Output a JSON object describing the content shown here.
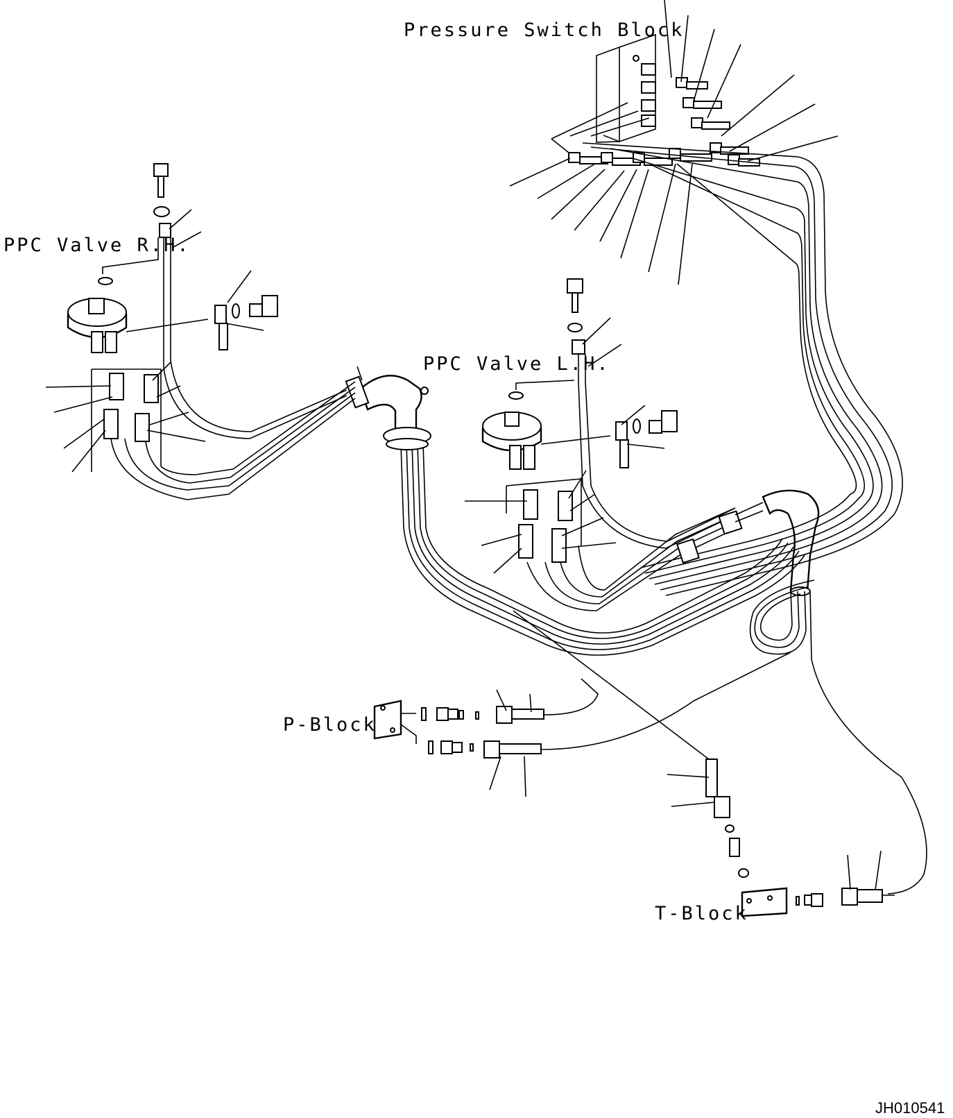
{
  "labels": {
    "pressure_switch_block": "Pressure Switch Block",
    "ppc_valve_rh": "PPC Valve R.H.",
    "ppc_valve_lh": "PPC Valve L.H.",
    "p_block": "P-Block",
    "t_block": "T-Block"
  },
  "drawing_number": "JH010541"
}
